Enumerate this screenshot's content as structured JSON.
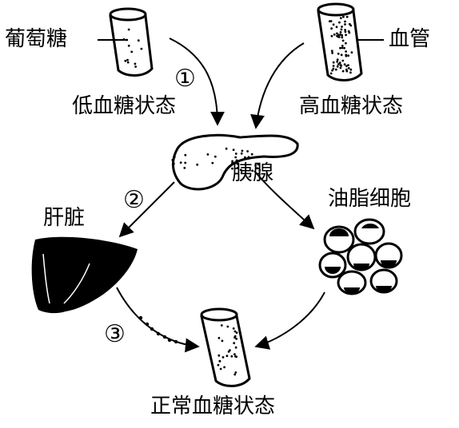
{
  "labels": {
    "glucose": "葡萄糖",
    "blood_vessel": "血管",
    "low_blood_sugar": "低血糖状态",
    "high_blood_sugar": "高血糖状态",
    "pancreas": "胰腺",
    "liver": "肝脏",
    "fat_cells": "油脂细胞",
    "normal_blood_sugar": "正常血糖状态"
  },
  "steps": {
    "step1": "①",
    "step2": "②",
    "step3": "③"
  },
  "colors": {
    "ink": "#000000",
    "paper": "#ffffff"
  }
}
